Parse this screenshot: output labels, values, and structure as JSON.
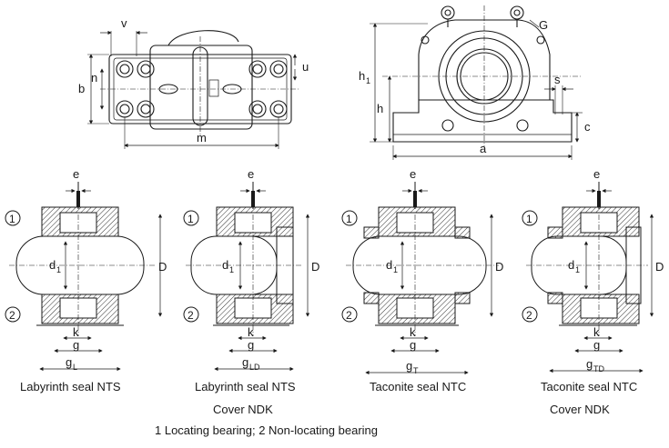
{
  "top_views": {
    "plan_dims": [
      "v",
      "b",
      "n",
      "u",
      "m"
    ],
    "elevation_dims": [
      "G",
      "h",
      "h",
      "s",
      "c",
      "a"
    ],
    "h1_sub": "1"
  },
  "sections": [
    {
      "caption1": "Labyrinth seal NTS",
      "caption2": "",
      "gsub": "L"
    },
    {
      "caption1": "Labyrinth seal NTS",
      "caption2": "Cover NDK",
      "gsub": "LD"
    },
    {
      "caption1": "Taconite seal NTC",
      "caption2": "",
      "gsub": "T"
    },
    {
      "caption1": "Taconite seal NTC",
      "caption2": "Cover NDK",
      "gsub": "TD"
    }
  ],
  "section_dims": {
    "e": "e",
    "d": "d",
    "dsub": "1",
    "D": "D",
    "k": "k",
    "g": "g"
  },
  "markers": {
    "one": "1",
    "two": "2"
  },
  "legend": "1 Locating bearing; 2 Non-locating bearing"
}
